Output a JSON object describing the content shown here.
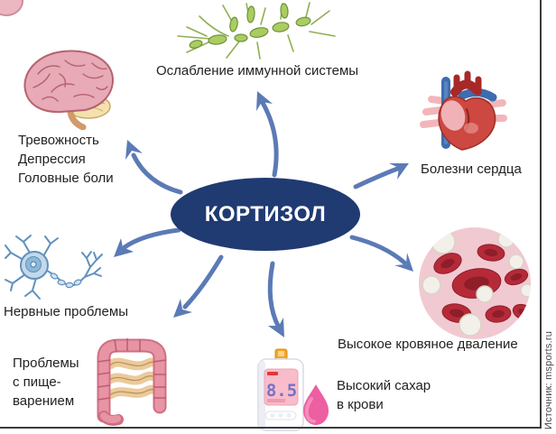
{
  "title": "КОРТИЗОЛ",
  "source_credit": "Источник: msports.ru",
  "colors": {
    "ellipse": "#203a72",
    "arrow": "#5b7ab6",
    "text": "#222222",
    "divider": "#3c3c3c"
  },
  "effects": {
    "immune": {
      "label": "Ослабление иммунной системы",
      "icon": "lymph-cell-icon"
    },
    "mental": {
      "lines": [
        "Тревожность",
        "Депрессия",
        "Головные боли"
      ],
      "icon": "brain-icon"
    },
    "heart": {
      "label": "Болезни сердца",
      "icon": "heart-icon"
    },
    "nerves": {
      "label": "Нервные проблемы",
      "icon": "neuron-icon"
    },
    "pressure": {
      "label": "Высокое кровяное дваление",
      "icon": "blood-cells-icon"
    },
    "digestion": {
      "lines": [
        "Проблемы",
        "с пище-",
        "варением"
      ],
      "icon": "intestine-icon"
    },
    "sugar": {
      "lines": [
        "Высокий сахар",
        "в крови"
      ],
      "icon": "glucometer-icon",
      "meter_reading": "8.5"
    }
  }
}
